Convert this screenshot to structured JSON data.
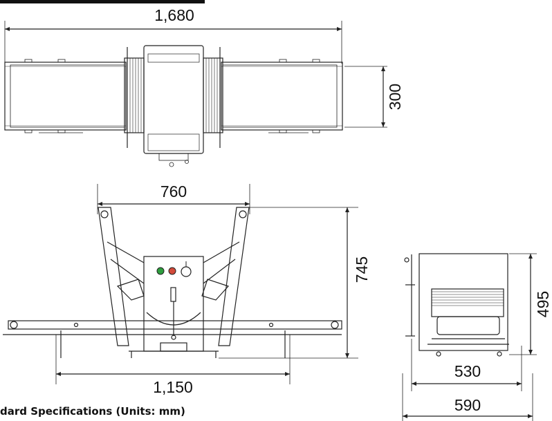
{
  "dimensions": {
    "top_length": "1,680",
    "top_width": "300",
    "front_span": "760",
    "front_height": "745",
    "front_base": "1,150",
    "side_height": "495",
    "side_inner": "530",
    "side_outer": "590"
  },
  "caption": "dard Specifications (Units: mm)",
  "colors": {
    "line": "#222222",
    "indicator_green": "#2e9e3e",
    "indicator_red": "#d24a3a"
  }
}
